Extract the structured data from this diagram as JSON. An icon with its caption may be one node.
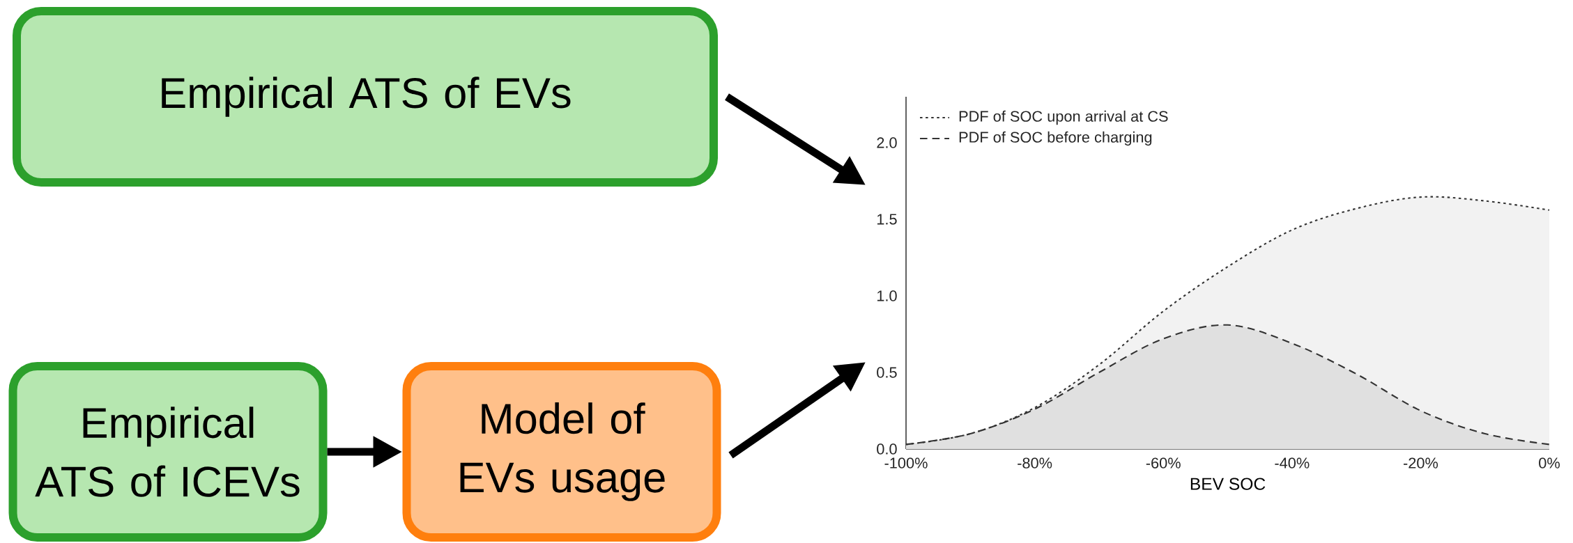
{
  "diagram": {
    "nodes": [
      {
        "text": [
          "Empirical ATS of EVs"
        ]
      },
      {
        "text": [
          "Empirical ATS of ICEVs"
        ]
      },
      {
        "text": [
          "Model of EVs usage"
        ]
      },
      {
        "text": [],
        "shape": "picture"
      }
    ],
    "edges": [
      {
        "from": 0,
        "to": 3,
        "arrow": "to"
      },
      {
        "from": 1,
        "to": 2,
        "arrow": "to"
      },
      {
        "from": 2,
        "to": 3,
        "arrow": "to"
      }
    ],
    "chart_data": {
      "type": "area",
      "xlabel": "BEV SOC",
      "x": [
        -100,
        -90,
        -80,
        -70,
        -60,
        -50,
        -40,
        -30,
        -20,
        -10,
        0
      ],
      "series": [
        {
          "name": "PDF of SOC upon arrival at CS",
          "color": "#f2f2f2",
          "values": [
            0.03,
            0.1,
            0.27,
            0.55,
            0.9,
            1.19,
            1.43,
            1.57,
            1.645,
            1.62,
            1.56
          ]
        },
        {
          "name": "PDF of SOC before charging",
          "color": "#e0e0e0",
          "values": [
            0.03,
            0.1,
            0.26,
            0.5,
            0.72,
            0.81,
            0.69,
            0.49,
            0.25,
            0.1,
            0.03
          ]
        }
      ],
      "xlim": [
        -100,
        0
      ],
      "ylim": [
        0,
        2.3
      ],
      "legend": "upper left",
      "xticks": [
        {
          "value": -100,
          "label": "-100%"
        },
        {
          "value": -80,
          "label": "-80%"
        },
        {
          "value": -60,
          "label": "-60%"
        },
        {
          "value": -40,
          "label": "-40%"
        },
        {
          "value": -20,
          "label": "-20%"
        },
        {
          "value": 0,
          "label": "0%"
        }
      ],
      "yticks": [
        {
          "value": 0,
          "label": "0.0"
        },
        {
          "value": 0.5,
          "label": "0.5"
        },
        {
          "value": 1.0,
          "label": "1.0"
        },
        {
          "value": 1.5,
          "label": "1.5"
        },
        {
          "value": 2.0,
          "label": "2.0"
        }
      ]
    }
  }
}
